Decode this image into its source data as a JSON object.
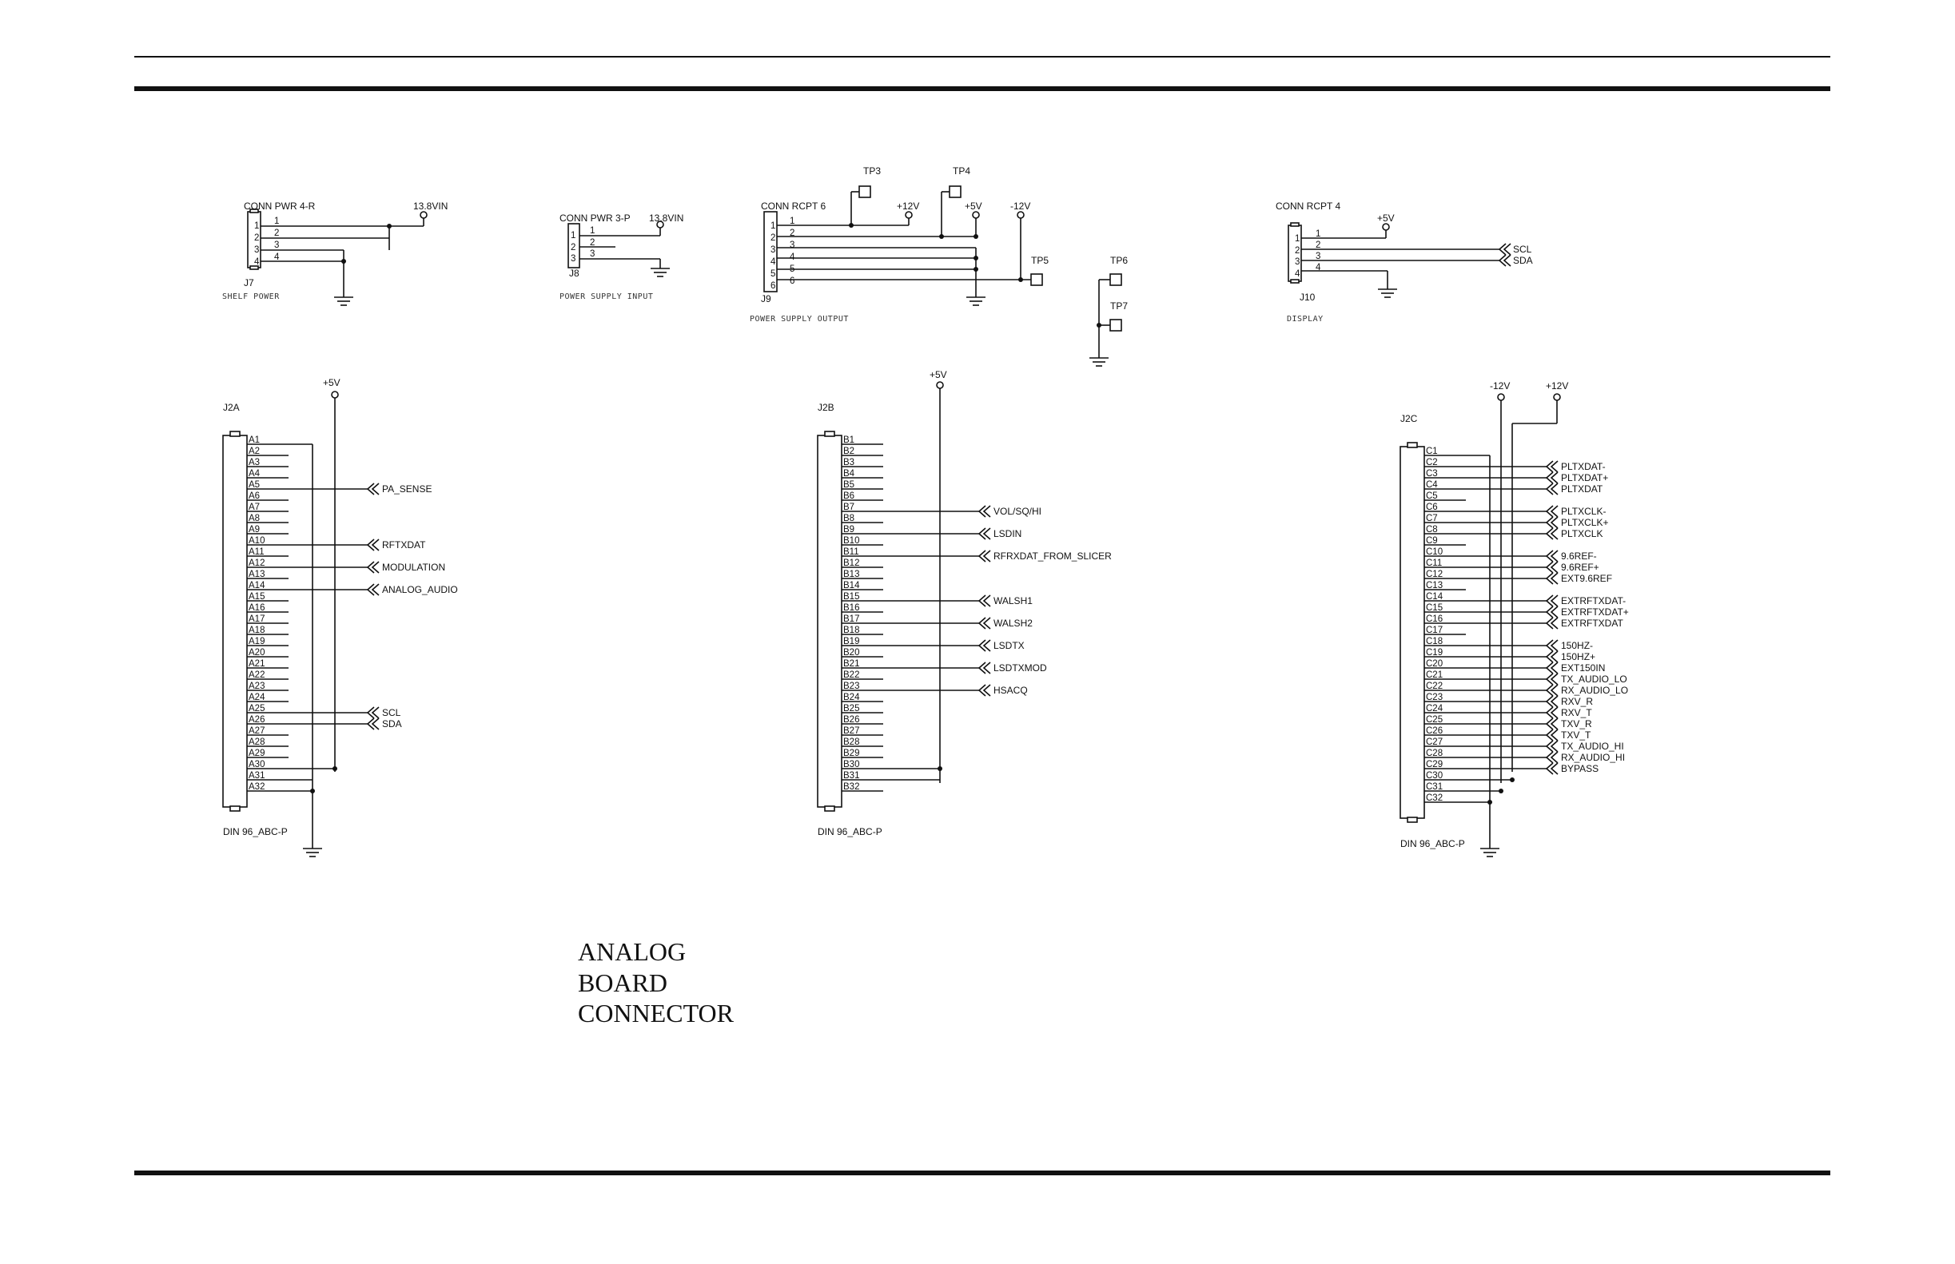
{
  "title_lines": [
    "ANALOG",
    "BOARD",
    "CONNECTOR"
  ],
  "j7": {
    "part": "CONN PWR 4-R",
    "ref": "J7",
    "caption": "SHELF POWER",
    "supply": "13.8VIN",
    "pins": [
      "1",
      "2",
      "3",
      "4"
    ]
  },
  "j8": {
    "part": "CONN PWR 3-P",
    "ref": "J8",
    "caption": "POWER SUPPLY INPUT",
    "supply": "13.8VIN",
    "pins": [
      "1",
      "2",
      "3"
    ]
  },
  "j9": {
    "part": "CONN RCPT 6",
    "ref": "J9",
    "caption": "POWER SUPPLY OUTPUT",
    "supplies": [
      "+12V",
      "+5V",
      "-12V"
    ],
    "pins": [
      "1",
      "2",
      "3",
      "4",
      "5",
      "6"
    ],
    "testpoints": [
      "TP3",
      "TP4",
      "TP5",
      "TP6",
      "TP7"
    ]
  },
  "j10": {
    "part": "CONN RCPT 4",
    "ref": "J10",
    "caption": "DISPLAY",
    "supply": "+5V",
    "pins": [
      "1",
      "2",
      "3",
      "4"
    ],
    "signals": [
      "SCL",
      "SDA"
    ]
  },
  "j2a": {
    "ref": "J2A",
    "part": "DIN 96_ABC-P",
    "supply": "+5V",
    "pins": [
      "A1",
      "A2",
      "A3",
      "A4",
      "A5",
      "A6",
      "A7",
      "A8",
      "A9",
      "A10",
      "A11",
      "A12",
      "A13",
      "A14",
      "A15",
      "A16",
      "A17",
      "A18",
      "A19",
      "A20",
      "A21",
      "A22",
      "A23",
      "A24",
      "A25",
      "A26",
      "A27",
      "A28",
      "A29",
      "A30",
      "A31",
      "A32"
    ],
    "signals": [
      "PA_SENSE",
      "RFTXDAT",
      "MODULATION",
      "ANALOG_AUDIO",
      "SCL",
      "SDA"
    ]
  },
  "j2b": {
    "ref": "J2B",
    "part": "DIN 96_ABC-P",
    "supply": "+5V",
    "pins": [
      "B1",
      "B2",
      "B3",
      "B4",
      "B5",
      "B6",
      "B7",
      "B8",
      "B9",
      "B10",
      "B11",
      "B12",
      "B13",
      "B14",
      "B15",
      "B16",
      "B17",
      "B18",
      "B19",
      "B20",
      "B21",
      "B22",
      "B23",
      "B24",
      "B25",
      "B26",
      "B27",
      "B28",
      "B29",
      "B30",
      "B31",
      "B32"
    ],
    "signals": [
      "VOL/SQ/HI",
      "LSDIN",
      "RFRXDAT_FROM_SLICER",
      "WALSH1",
      "WALSH2",
      "LSDTX",
      "LSDTXMOD",
      "HSACQ"
    ]
  },
  "j2c": {
    "ref": "J2C",
    "part": "DIN 96_ABC-P",
    "supplies": [
      "-12V",
      "+12V"
    ],
    "pins": [
      "C1",
      "C2",
      "C3",
      "C4",
      "C5",
      "C6",
      "C7",
      "C8",
      "C9",
      "C10",
      "C11",
      "C12",
      "C13",
      "C14",
      "C15",
      "C16",
      "C17",
      "C18",
      "C19",
      "C20",
      "C21",
      "C22",
      "C23",
      "C24",
      "C25",
      "C26",
      "C27",
      "C28",
      "C29",
      "C30",
      "C31",
      "C32"
    ],
    "signals": [
      "PLTXDAT-",
      "PLTXDAT+",
      "PLTXDAT",
      "PLTXCLK-",
      "PLTXCLK+",
      "PLTXCLK",
      "9.6REF-",
      "9.6REF+",
      "EXT9.6REF",
      "EXTRFTXDAT-",
      "EXTRFTXDAT+",
      "EXTRFTXDAT",
      "150HZ-",
      "150HZ+",
      "EXT150IN",
      "TX_AUDIO_LO",
      "RX_AUDIO_LO",
      "RXV_R",
      "RXV_T",
      "TXV_R",
      "TXV_T",
      "TX_AUDIO_HI",
      "RX_AUDIO_HI",
      "BYPASS"
    ]
  }
}
